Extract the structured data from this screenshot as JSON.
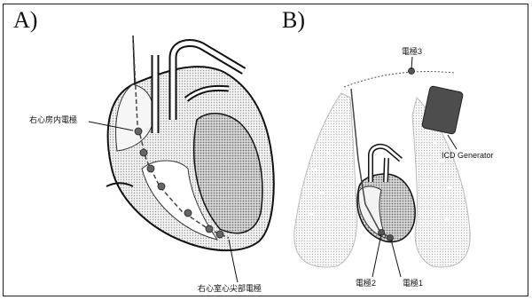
{
  "panel_a": {
    "label": "A)",
    "atrial_electrode_label": "右心房内電極",
    "apical_electrode_label": "右心室心尖部電極"
  },
  "panel_b": {
    "label": "B)",
    "electrode3_label": "電極3",
    "generator_label": "ICD Generator",
    "electrode2_label": "電極2",
    "electrode1_label": "電極1"
  }
}
